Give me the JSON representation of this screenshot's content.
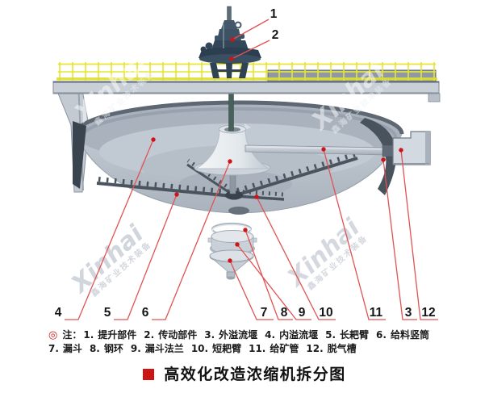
{
  "watermark": {
    "brand": "Xinhai",
    "tagline": "鑫海矿业技术装备"
  },
  "callout_labels": {
    "c1": "1",
    "c2": "2",
    "c3": "3",
    "c4": "4",
    "c5": "5",
    "c6": "6",
    "c7": "7",
    "c8": "8",
    "c9": "9",
    "c10": "10",
    "c11": "11",
    "c12": "12"
  },
  "legend": {
    "bullet": "◎",
    "prefix": "注：",
    "parts": [
      {
        "num": "1.",
        "name": "提升部件"
      },
      {
        "num": "2.",
        "name": "传动部件"
      },
      {
        "num": "3.",
        "name": "外溢流堰"
      },
      {
        "num": "4.",
        "name": "内溢流堰"
      },
      {
        "num": "5.",
        "name": "长耙臂"
      },
      {
        "num": "6.",
        "name": "给料竖筒"
      },
      {
        "num": "7.",
        "name": "漏斗"
      },
      {
        "num": "8.",
        "name": "钢环"
      },
      {
        "num": "9.",
        "name": "漏斗法兰"
      },
      {
        "num": "10.",
        "name": "短耙臂"
      },
      {
        "num": "11.",
        "name": "给矿管"
      },
      {
        "num": "12.",
        "name": "脱气槽"
      }
    ]
  },
  "title": {
    "bullet": "■",
    "text": "高效化改造浓缩机拆分图"
  },
  "colors": {
    "callout_line": "#e05353",
    "callout_dot": "#cf1418",
    "note_bullet_red": "#cc1a1a",
    "title_bullet_red": "#cc1414",
    "railing_yellow": "#e8e530",
    "drive_unit_dark": "#3a5162",
    "tank_gray": "#bcc4cd"
  }
}
